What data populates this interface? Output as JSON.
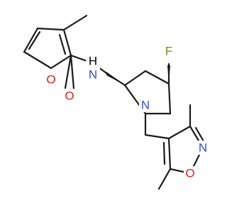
{
  "molecule": {
    "atom_labels": {
      "furan_oxygen": "O",
      "carbonyl_oxygen": "O",
      "amide_nitrogen": "N",
      "amide_hydrogen": "H",
      "fluorine": "F",
      "pyrrolidine_nitrogen": "N",
      "isoxazole_nitrogen": "N",
      "isoxazole_oxygen": "O"
    },
    "colors": {
      "carbon_bonds": "#1a1a1a",
      "oxygen": "#e0211b",
      "nitrogen": "#3350c8",
      "fluorine": "#6b8e23"
    }
  }
}
